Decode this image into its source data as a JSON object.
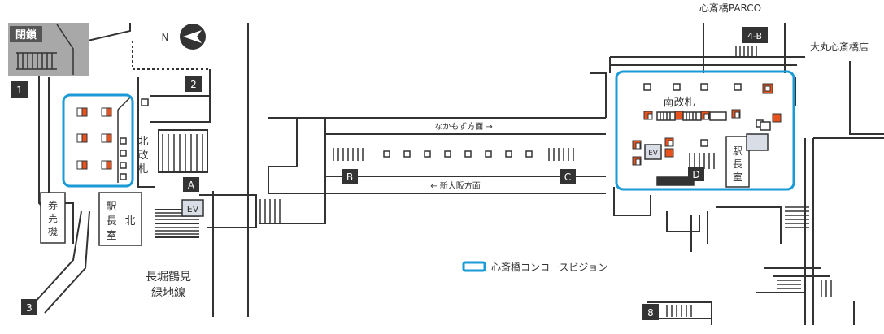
{
  "places": {
    "parco": "心斎橋PARCO",
    "daimaru": "大丸心斎橋店",
    "nagahori_line": [
      "長堀鶴見",
      "緑地線"
    ]
  },
  "north_label": "N",
  "exits": {
    "e1": "1",
    "e2": "2",
    "e3": "3",
    "e4b": "4-B",
    "e8": "8",
    "A": "A",
    "B": "B",
    "C": "C",
    "D": "D"
  },
  "closed_label": "閉鎖",
  "gates": {
    "north": [
      "北",
      "改",
      "札"
    ],
    "south": "南改札"
  },
  "ticket_machine": [
    "券",
    "売",
    "機"
  ],
  "station_master_north": {
    "col1": [
      "駅",
      "長",
      "室"
    ],
    "col2": "北"
  },
  "station_master_south": [
    "駅",
    "長",
    "室"
  ],
  "ev_labels": {
    "north": "EV",
    "south": "EV"
  },
  "directions": {
    "nakamozu": "なかもず方面 →",
    "shinosaka": "← 新大阪方面"
  },
  "legend": {
    "label": "心斎橋コンコースビジョン",
    "color": "#1a9ad6"
  },
  "colors": {
    "vision": "#1a9ad6",
    "screen": "#e8531d",
    "line": "#333333",
    "closed_area": "#a8a8a8",
    "marker": "#333333"
  }
}
